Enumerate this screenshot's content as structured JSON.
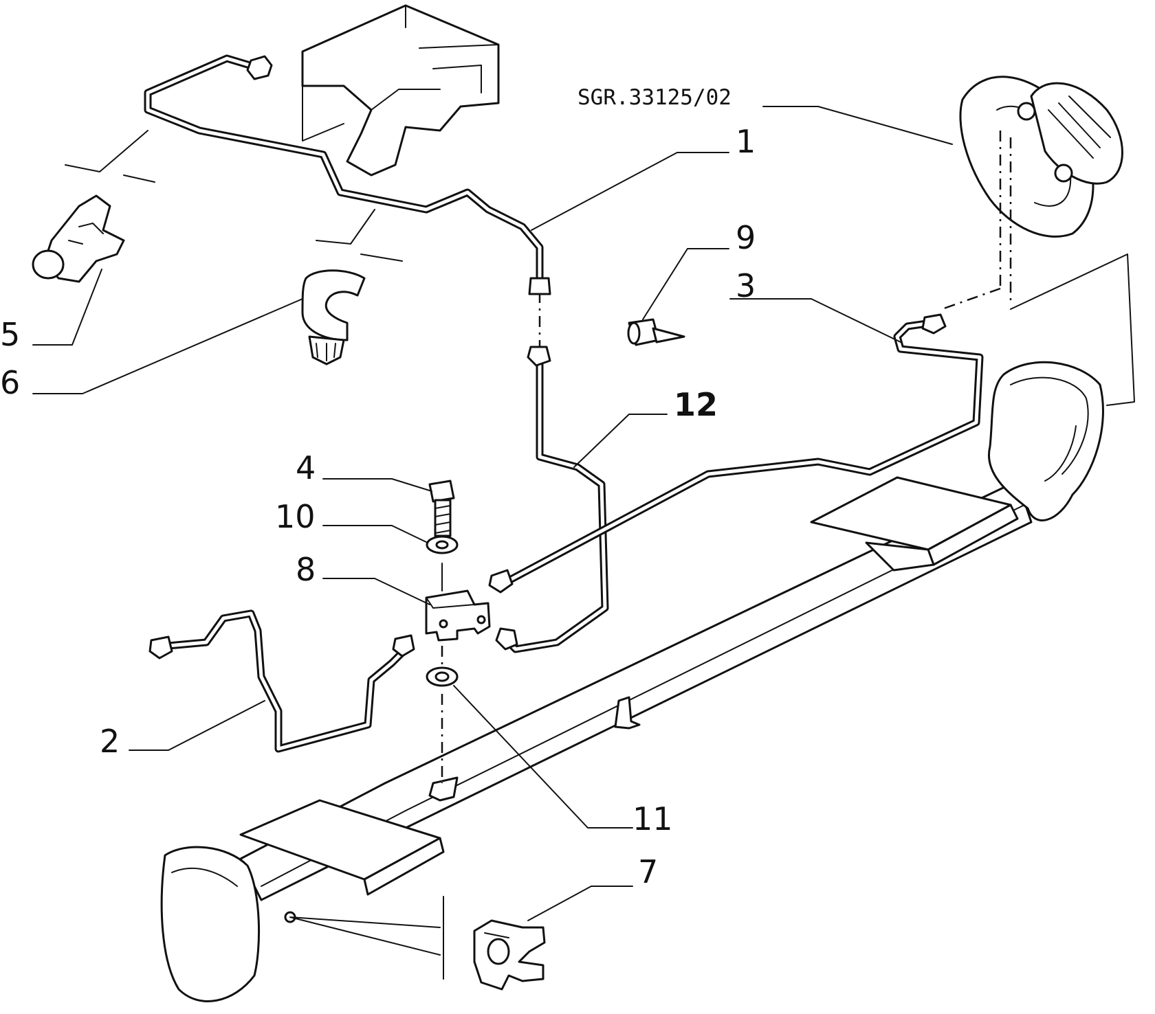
{
  "reference_code": "SGR.33125/02",
  "callouts": {
    "c1": "1",
    "c2": "2",
    "c3": "3",
    "c4": "4",
    "c5": "5",
    "c6": "6",
    "c7": "7",
    "c8": "8",
    "c9": "9",
    "c10": "10",
    "c11": "11",
    "c12": "12"
  }
}
